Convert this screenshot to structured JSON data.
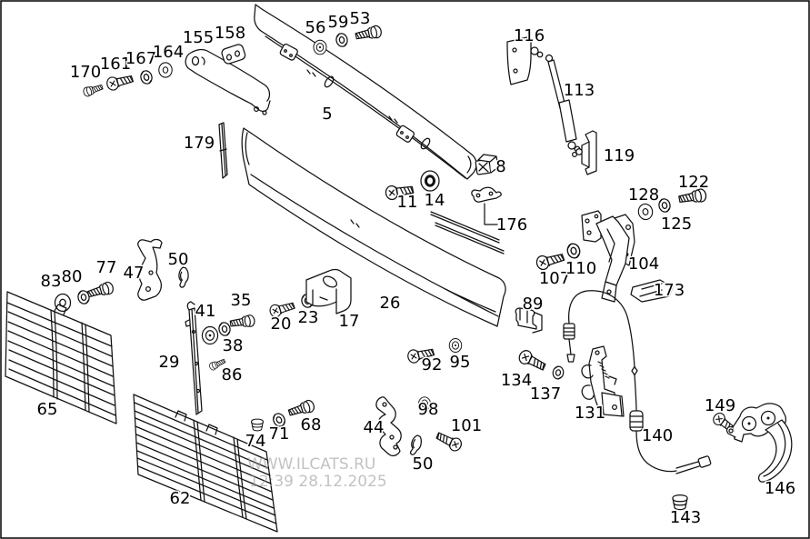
{
  "watermark": {
    "site": "WWW.ILCATS.RU",
    "timestamp": "12:39 28.12.2025"
  },
  "callouts": {
    "c5": "5",
    "c8": "8",
    "c11": "11",
    "c14": "14",
    "c17": "17",
    "c20": "20",
    "c23": "23",
    "c26": "26",
    "c29": "29",
    "c35": "35",
    "c38": "38",
    "c41": "41",
    "c44": "44",
    "c47": "47",
    "c50a": "50",
    "c50b": "50",
    "c53": "53",
    "c56": "56",
    "c59": "59",
    "c62": "62",
    "c65": "65",
    "c68": "68",
    "c71": "71",
    "c74": "74",
    "c77": "77",
    "c80": "80",
    "c83": "83",
    "c86": "86",
    "c89": "89",
    "c92": "92",
    "c95": "95",
    "c98": "98",
    "c101": "101",
    "c104": "104",
    "c107": "107",
    "c110": "110",
    "c113": "113",
    "c116": "116",
    "c119": "119",
    "c122": "122",
    "c125": "125",
    "c128": "128",
    "c131": "131",
    "c134": "134",
    "c137": "137",
    "c140": "140",
    "c143": "143",
    "c146": "146",
    "c149": "149",
    "c155": "155",
    "c158": "158",
    "c161": "161",
    "c164": "164",
    "c167": "167",
    "c170": "170",
    "c173": "173",
    "c176": "176",
    "c179": "179"
  }
}
